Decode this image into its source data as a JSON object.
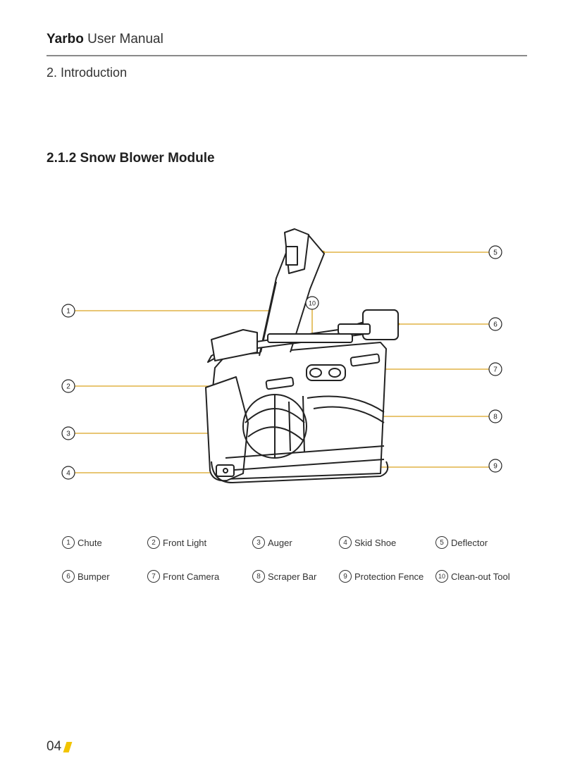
{
  "header": {
    "brand": "Yarbo",
    "title": "User Manual"
  },
  "chapter": "2. Introduction",
  "section_title": "2.1.2 Snow Blower Module",
  "callouts": [
    "1",
    "2",
    "3",
    "4",
    "5",
    "6",
    "7",
    "8",
    "9",
    "10"
  ],
  "legend": [
    {
      "num": "1",
      "label": "Chute"
    },
    {
      "num": "2",
      "label": "Front Light"
    },
    {
      "num": "3",
      "label": "Auger"
    },
    {
      "num": "4",
      "label": "Skid Shoe"
    },
    {
      "num": "5",
      "label": "Deflector"
    },
    {
      "num": "6",
      "label": "Bumper"
    },
    {
      "num": "7",
      "label": "Front Camera"
    },
    {
      "num": "8",
      "label": "Scraper Bar"
    },
    {
      "num": "9",
      "label": "Protection Fence"
    },
    {
      "num": "10",
      "label": "Clean-out Tool"
    }
  ],
  "page_number": "04",
  "colors": {
    "leader": "#d9a520",
    "accent": "#f2c400",
    "rule": "#8a8a8a"
  }
}
